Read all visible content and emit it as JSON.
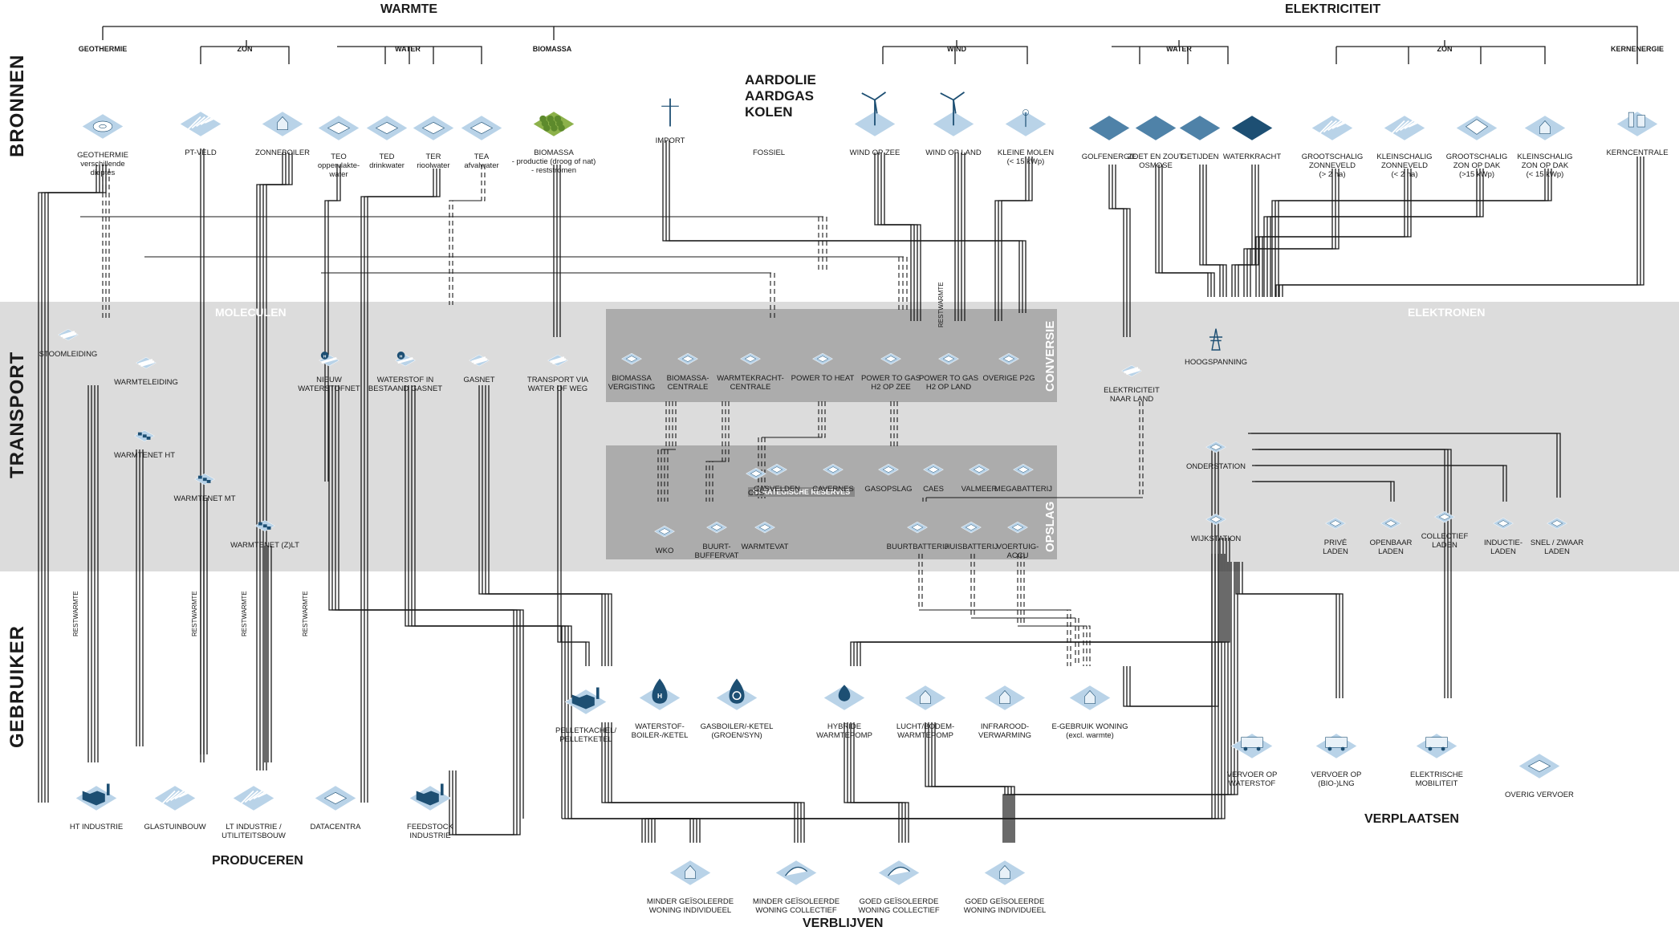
{
  "headers": {
    "warmte": "WARMTE",
    "elektriciteit": "ELEKTRICITEIT"
  },
  "sections": {
    "bronnen": "BRONNEN",
    "transport": "TRANSPORT",
    "gebruiker": "GEBRUIKER"
  },
  "sub_headers": {
    "geothermie": "GEOTHERMIE",
    "zon_w": "ZON",
    "water_w": "WATER",
    "biomassa": "BIOMASSA",
    "wind": "WIND",
    "water_e": "WATER",
    "zon_e": "ZON",
    "kernenergie": "KERNENERGIE"
  },
  "band_labels": {
    "moleculen": "MOLECULEN",
    "elektronen": "ELEKTRONEN"
  },
  "box_titles": {
    "conversie": "CONVERSIE",
    "opslag": "OPSLAG"
  },
  "fossiel_title": "AARDOLIE\nAARDGAS\nKOLEN",
  "sources": [
    {
      "id": "geothermie",
      "label": "GEOTHERMIE\nverschillende\ndieptes"
    },
    {
      "id": "pt_veld",
      "label": "PT-VELD"
    },
    {
      "id": "zonneboiler",
      "label": "ZONNEBOILER"
    },
    {
      "id": "teo",
      "label": "TEO\noppervlakte-\nwater"
    },
    {
      "id": "ted",
      "label": "TED\ndrinkwater"
    },
    {
      "id": "ter",
      "label": "TER\nrioolwater"
    },
    {
      "id": "tea",
      "label": "TEA\nafvalwater"
    },
    {
      "id": "biomassa",
      "label": "BIOMASSA\n- productie (droog of nat)\n- reststromen"
    },
    {
      "id": "import",
      "label": "IMPORT"
    },
    {
      "id": "fossiel",
      "label": "FOSSIEL"
    },
    {
      "id": "wind_zee",
      "label": "WIND OP ZEE"
    },
    {
      "id": "wind_land",
      "label": "WIND OP LAND"
    },
    {
      "id": "kleine_molen",
      "label": "KLEINE MOLEN\n(< 15 kWp)"
    },
    {
      "id": "golfenergie",
      "label": "GOLFENERGIE"
    },
    {
      "id": "zoet_zout",
      "label": "ZOET EN ZOUT\nOSMOSE"
    },
    {
      "id": "getijden",
      "label": "GETIJDEN"
    },
    {
      "id": "waterkracht",
      "label": "WATERKRACHT"
    },
    {
      "id": "gs_zonneveld",
      "label": "GROOTSCHALIG\nZONNEVELD\n(> 2 ha)"
    },
    {
      "id": "ks_zonneveld",
      "label": "KLEINSCHALIG\nZONNEVELD\n(< 2 ha)"
    },
    {
      "id": "gs_dak",
      "label": "GROOTSCHALIG\nZON OP DAK\n(>15 kWp)"
    },
    {
      "id": "ks_dak",
      "label": "KLEINSCHALIG\nZON OP DAK\n(< 15 kWp)"
    },
    {
      "id": "kerncentrale",
      "label": "KERNCENTRALE"
    }
  ],
  "transport": [
    {
      "id": "stoomleiding",
      "label": "STOOMLEIDING"
    },
    {
      "id": "warmteleiding",
      "label": "WARMTELEIDING"
    },
    {
      "id": "warmtenet_ht",
      "label": "WARMTENET HT"
    },
    {
      "id": "warmtenet_mt",
      "label": "WARMTENET MT"
    },
    {
      "id": "warmtenet_zlt",
      "label": "WARMTENET (Z)LT"
    },
    {
      "id": "waterstofnet",
      "label": "NIEUW\nWATERSTOFNET"
    },
    {
      "id": "waterstof_gasnet",
      "label": "WATERSTOF IN\nBESTAAND GASNET"
    },
    {
      "id": "gasnet",
      "label": "GASNET"
    },
    {
      "id": "transport_water_weg",
      "label": "TRANSPORT VIA\nWATER OF WEG"
    },
    {
      "id": "elektriciteit_land",
      "label": "ELEKTRICITEIT\nNAAR LAND"
    },
    {
      "id": "hoogspanning",
      "label": "HOOGSPANNING"
    },
    {
      "id": "onderstation",
      "label": "ONDERSTATION"
    },
    {
      "id": "wijkstation",
      "label": "WIJKSTATION"
    }
  ],
  "conversie": [
    {
      "id": "biomassa_vergisting",
      "label": "BIOMASSA\nVERGISTING"
    },
    {
      "id": "biomassa_centrale",
      "label": "BIOMASSA-\nCENTRALE"
    },
    {
      "id": "wkc",
      "label": "WARMTEKRACHT-\nCENTRALE"
    },
    {
      "id": "p2h",
      "label": "POWER TO HEAT"
    },
    {
      "id": "p2g_zee",
      "label": "POWER TO GAS\nH2 OP ZEE"
    },
    {
      "id": "p2g_land",
      "label": "POWER TO GAS\nH2 OP LAND"
    },
    {
      "id": "p2g_overig",
      "label": "OVERIGE P2G"
    }
  ],
  "opslag": [
    {
      "id": "ccs",
      "label": "CCS"
    },
    {
      "id": "gasvelden",
      "label": "GASVELDEN"
    },
    {
      "id": "cavernes",
      "label": "CAVERNES"
    },
    {
      "id": "gasopslag",
      "label": "GASOPSLAG"
    },
    {
      "id": "caes",
      "label": "CAES"
    },
    {
      "id": "valmeer",
      "label": "VALMEER"
    },
    {
      "id": "megabatterij",
      "label": "MEGABATTERIJ"
    },
    {
      "id": "wko",
      "label": "WKO"
    },
    {
      "id": "buurtbuffervat",
      "label": "BUURT-\nBUFFERVAT"
    },
    {
      "id": "warmtevat",
      "label": "WARMTEVAT"
    },
    {
      "id": "buurtbatterij",
      "label": "BUURTBATTERIJ"
    },
    {
      "id": "huisbatterij",
      "label": "HUISBATTERIJ"
    },
    {
      "id": "voertuigaccu",
      "label": "VOERTUIG-\nACCU"
    }
  ],
  "strategische_reserves": "STRATEGISCHE RESERVES",
  "laden": [
    {
      "id": "prive",
      "label": "PRIVÉ\nLADEN"
    },
    {
      "id": "openbaar",
      "label": "OPENBAAR\nLADEN"
    },
    {
      "id": "collectief",
      "label": "COLLECTIEF\nLADEN"
    },
    {
      "id": "inductie",
      "label": "INDUCTIE-\nLADEN"
    },
    {
      "id": "snel",
      "label": "SNEL / ZWAAR\nLADEN"
    }
  ],
  "gebruiker_devices": [
    {
      "id": "pelletkachel",
      "label": "PELLETKACHEL/\nPELLETKETEL"
    },
    {
      "id": "waterstofboiler",
      "label": "WATERSTOF-\nBOILER-/KETEL"
    },
    {
      "id": "gasboiler",
      "label": "GASBOILER/-KETEL\n(GROEN/SYN)"
    },
    {
      "id": "hybride_wp",
      "label": "HYBRIDE\nWARMTEPOMP"
    },
    {
      "id": "lucht_wp",
      "label": "LUCHT/BODEM-\nWARMTEPOMP"
    },
    {
      "id": "infrarood",
      "label": "INFRAROOD-\nVERWARMING"
    },
    {
      "id": "e_gebruik",
      "label": "E-GEBRUIK WONING\n(excl. warmte)"
    }
  ],
  "producers": [
    {
      "id": "ht_industrie",
      "label": "HT INDUSTRIE"
    },
    {
      "id": "glastuinbouw",
      "label": "GLASTUINBOUW"
    },
    {
      "id": "lt_industrie",
      "label": "LT INDUSTRIE /\nUTILITEITSBOUW"
    },
    {
      "id": "datacentra",
      "label": "DATACENTRA"
    },
    {
      "id": "feedstock",
      "label": "FEEDSTOCK\nINDUSTRIE"
    }
  ],
  "dwellings": [
    {
      "id": "minder_ind",
      "label": "MINDER GEÏSOLEERDE\nWONING INDIVIDUEEL"
    },
    {
      "id": "minder_col",
      "label": "MINDER GEÏSOLEERDE\nWONING COLLECTIEF"
    },
    {
      "id": "goed_col",
      "label": "GOED GEÏSOLEERDE\nWONING COLLECTIEF"
    },
    {
      "id": "goed_ind",
      "label": "GOED GEÏSOLEERDE\nWONING INDIVIDUEEL"
    }
  ],
  "vervoer": [
    {
      "id": "vervoer_waterstof",
      "label": "VERVOER OP\nWATERSTOF"
    },
    {
      "id": "vervoer_lng",
      "label": "VERVOER OP\n(BIO-)LNG"
    },
    {
      "id": "e_mobiliteit",
      "label": "ELEKTRISCHE\nMOBILITEIT"
    },
    {
      "id": "overig_vervoer",
      "label": "OVERIG VERVOER"
    }
  ],
  "group_titles": {
    "produceren": "PRODUCEREN",
    "verblijven": "VERBLIJVEN",
    "verplaatsen": "VERPLAATSEN"
  },
  "restwarmte": "RESTWARMTE",
  "restwarmte_p2g": "RESTWARMTE",
  "colors": {
    "icon_dark": "#1d4f73",
    "icon_light": "#b9d3e8",
    "band": "#dcdcdc",
    "box": "#a7a7a7",
    "biomass": "#8cb14a"
  }
}
